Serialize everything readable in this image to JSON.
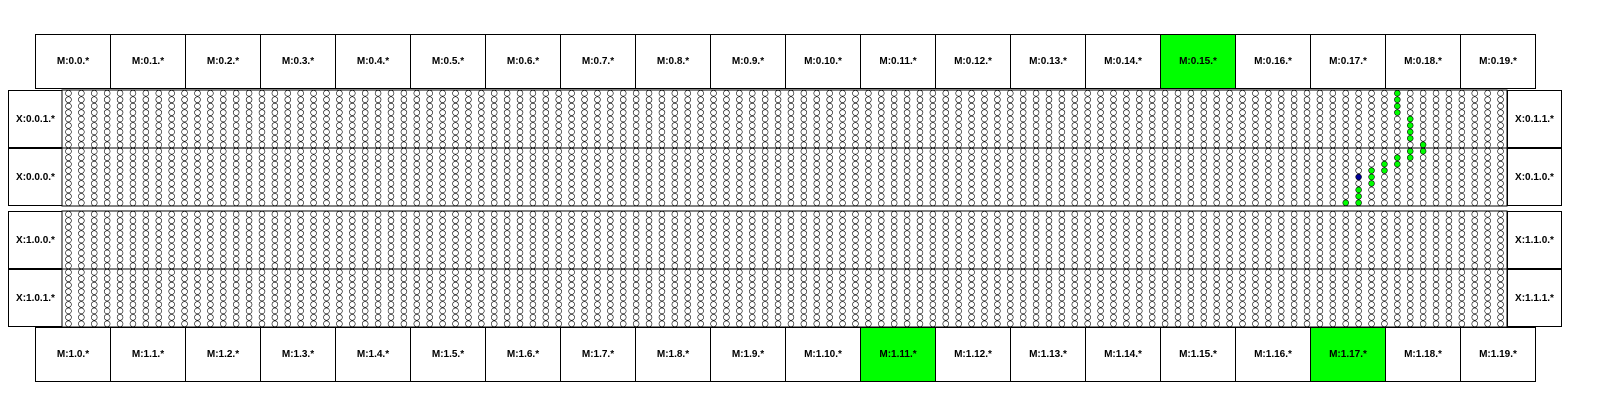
{
  "colors": {
    "active": "#00ff00",
    "cursor": "#000099",
    "outline": "#000000",
    "background": "#ffffff"
  },
  "top_modules": [
    "M:0.0.*",
    "M:0.1.*",
    "M:0.2.*",
    "M:0.3.*",
    "M:0.4.*",
    "M:0.5.*",
    "M:0.6.*",
    "M:0.7.*",
    "M:0.8.*",
    "M:0.9.*",
    "M:0.10.*",
    "M:0.11.*",
    "M:0.12.*",
    "M:0.13.*",
    "M:0.14.*",
    "M:0.15.*",
    "M:0.16.*",
    "M:0.17.*",
    "M:0.18.*",
    "M:0.19.*"
  ],
  "bottom_modules": [
    "M:1.0.*",
    "M:1.1.*",
    "M:1.2.*",
    "M:1.3.*",
    "M:1.4.*",
    "M:1.5.*",
    "M:1.6.*",
    "M:1.7.*",
    "M:1.8.*",
    "M:1.9.*",
    "M:1.10.*",
    "M:1.11.*",
    "M:1.12.*",
    "M:1.13.*",
    "M:1.14.*",
    "M:1.15.*",
    "M:1.16.*",
    "M:1.17.*",
    "M:1.18.*",
    "M:1.19.*"
  ],
  "active_modules": [
    "M:0.15.*",
    "M:1.11.*",
    "M:1.17.*"
  ],
  "left_labels": [
    "X:0.0.1.*",
    "X:0.0.0.*",
    "X:1.0.0.*",
    "X:1.0.1.*"
  ],
  "right_labels": [
    "X:0.1.1.*",
    "X:0.1.0.*",
    "X:1.1.0.*",
    "X:1.1.1.*"
  ],
  "grid": {
    "columns": 112,
    "rows_per_band": 9,
    "bands": 4
  },
  "active_path": [
    [
      0,
      103
    ],
    [
      1,
      103
    ],
    [
      2,
      103
    ],
    [
      3,
      103
    ],
    [
      4,
      104
    ],
    [
      5,
      104
    ],
    [
      6,
      104
    ],
    [
      7,
      104
    ],
    [
      8,
      105
    ],
    [
      9,
      104
    ],
    [
      9,
      105
    ],
    [
      10,
      103
    ],
    [
      10,
      104
    ],
    [
      11,
      102
    ],
    [
      11,
      103
    ],
    [
      12,
      101
    ],
    [
      12,
      102
    ],
    [
      13,
      101
    ],
    [
      14,
      101
    ],
    [
      15,
      100
    ],
    [
      16,
      100
    ],
    [
      17,
      99
    ],
    [
      17,
      100
    ]
  ],
  "cursor_cell": [
    13,
    100
  ]
}
